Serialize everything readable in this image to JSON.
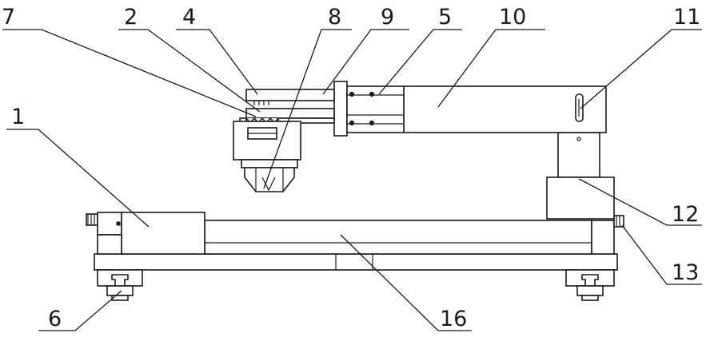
{
  "callouts": [
    {
      "id": "1",
      "text": "1"
    },
    {
      "id": "2",
      "text": "2"
    },
    {
      "id": "4",
      "text": "4"
    },
    {
      "id": "5",
      "text": "5"
    },
    {
      "id": "6",
      "text": "6"
    },
    {
      "id": "7",
      "text": "7"
    },
    {
      "id": "8",
      "text": "8"
    },
    {
      "id": "9",
      "text": "9"
    },
    {
      "id": "10",
      "text": "10"
    },
    {
      "id": "11",
      "text": "11"
    },
    {
      "id": "12",
      "text": "12"
    },
    {
      "id": "13",
      "text": "13"
    },
    {
      "id": "16",
      "text": "16"
    }
  ]
}
